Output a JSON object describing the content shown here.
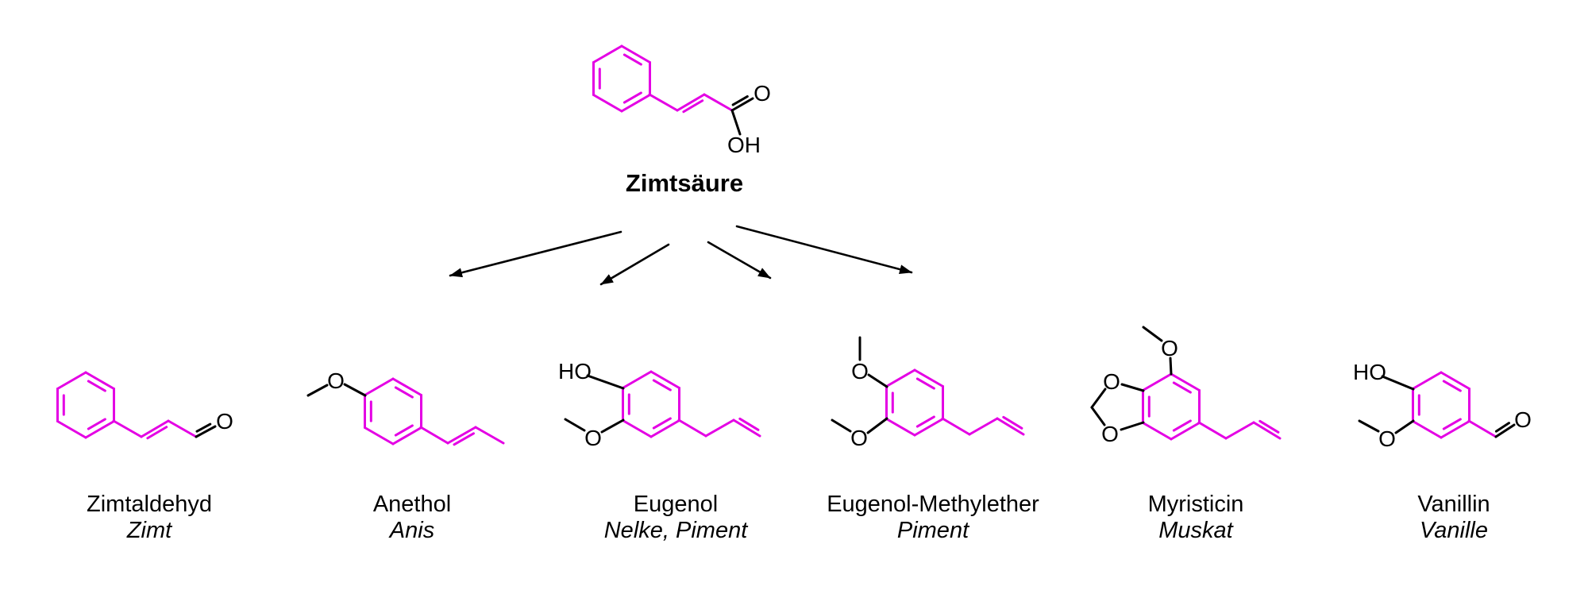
{
  "diagram": {
    "parent": {
      "name": "Zimtsäure"
    },
    "derivatives": [
      {
        "name": "Zimtaldehyd",
        "source": "Zimt"
      },
      {
        "name": "Anethol",
        "source": "Anis"
      },
      {
        "name": "Eugenol",
        "source": "Nelke, Piment"
      },
      {
        "name": "Eugenol-Methylether",
        "source": "Piment"
      },
      {
        "name": "Myristicin",
        "source": "Muskat"
      },
      {
        "name": "Vanillin",
        "source": "Vanille"
      }
    ]
  },
  "atom_labels": {
    "O": "O",
    "OH": "OH",
    "HO": "HO"
  },
  "colors": {
    "highlight": "#E400E4",
    "bond": "#000000",
    "text": "#000000",
    "background": "#FFFFFF"
  }
}
